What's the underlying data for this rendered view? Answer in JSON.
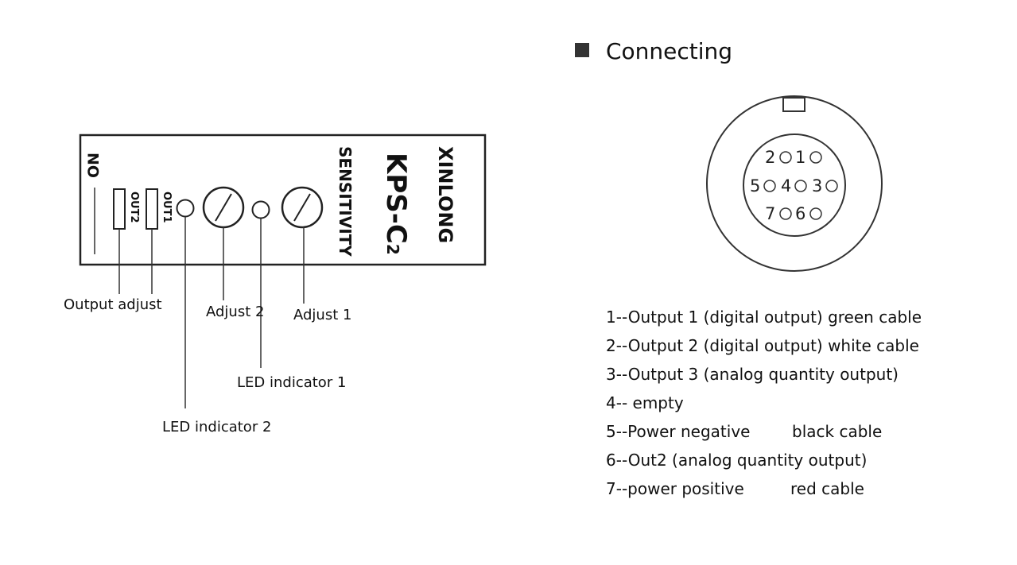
{
  "panel": {
    "brand": "XINLONG",
    "model": "KPS-C",
    "model_sub": "2",
    "sensitivity": "SENSITIVITY",
    "on": "ON",
    "out1": "OUT1",
    "out2": "OUT2"
  },
  "labels": {
    "output_adjust": "Output adjust",
    "adjust2": "Adjust 2",
    "adjust1": "Adjust 1",
    "led1": "LED indicator 1",
    "led2": "LED indicator 2"
  },
  "connecting": {
    "heading": "Connecting",
    "pins": [
      "1",
      "2",
      "3",
      "4",
      "5",
      "6",
      "7"
    ],
    "descriptions": [
      "1--Output 1 (digital output) green cable",
      "2--Output 2 (digital output) white cable",
      "3--Output 3 (analog quantity output)",
      "4-- empty",
      "5--Power negative",
      "6--Out2 (analog quantity output)",
      "7--power positive"
    ],
    "cable_5": "black cable",
    "cable_7": "red cable"
  }
}
